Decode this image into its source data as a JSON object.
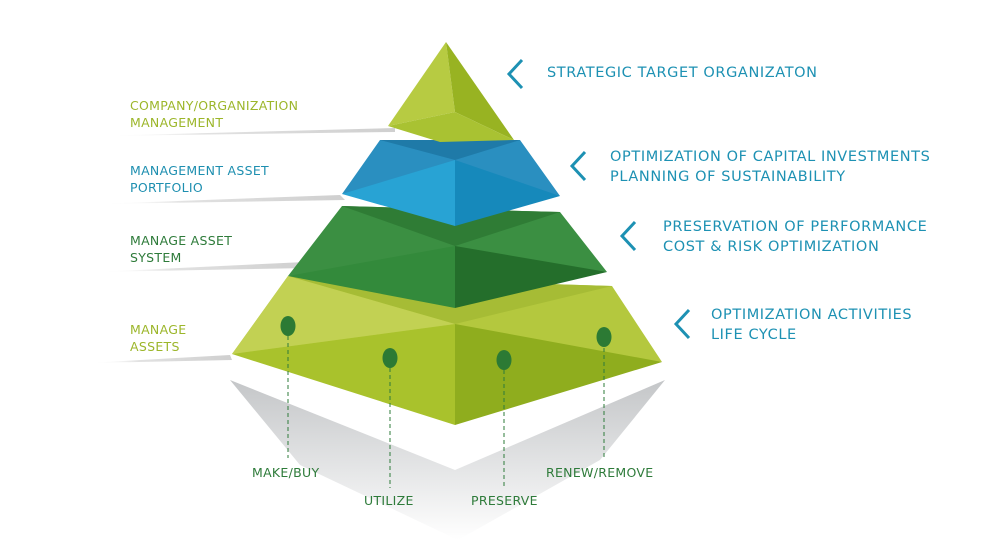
{
  "colors": {
    "lime_text": "#9cb62a",
    "teal_text": "#1e8fb0",
    "dark_green_text": "#2e7b3a",
    "right_text": "#1d91b3",
    "chevron": "#1d91b3"
  },
  "left_labels": [
    {
      "lines": [
        "COMPANY/ORGANIZATION",
        "MANAGEMENT"
      ]
    },
    {
      "lines": [
        "MANAGEMENT ASSET",
        "PORTFOLIO"
      ]
    },
    {
      "lines": [
        "MANAGE ASSET",
        "SYSTEM"
      ]
    },
    {
      "lines": [
        "MANAGE",
        "ASSETS"
      ]
    }
  ],
  "right_labels": [
    {
      "lines": [
        "STRATEGIC TARGET ORGANIZATON"
      ]
    },
    {
      "lines": [
        "OPTIMIZATION OF CAPITAL INVESTMENTS",
        "PLANNING OF SUSTAINABILITY"
      ]
    },
    {
      "lines": [
        "PRESERVATION OF PERFORMANCE",
        "COST & RISK OPTIMIZATION"
      ]
    },
    {
      "lines": [
        "OPTIMIZATION ACTIVITIES",
        "LIFE CYCLE"
      ]
    }
  ],
  "activities": [
    "MAKE/BUY",
    "UTILIZE",
    "PRESERVE",
    "RENEW/REMOVE"
  ],
  "chevron_icon": "chevron-left-icon"
}
